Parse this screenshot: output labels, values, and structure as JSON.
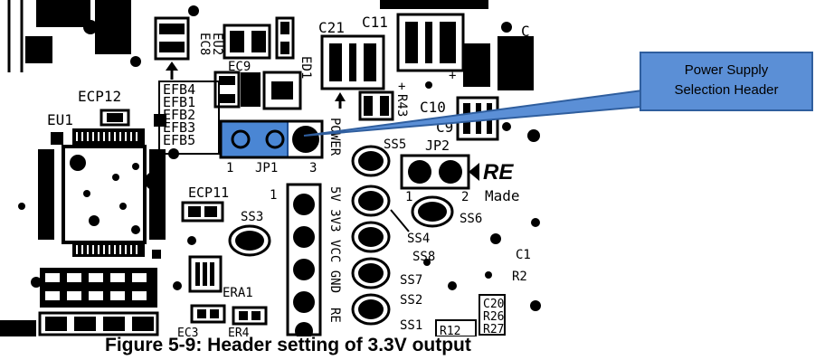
{
  "callout": {
    "line1": "Power Supply",
    "line2": "Selection Header",
    "fill": "#5b8fd6"
  },
  "board": {
    "labels": {
      "eu2": "EU2",
      "ec8": "EC8",
      "ec9": "EC9",
      "ed1": "ED1",
      "c21": "C21",
      "c11": "C11",
      "c": "C",
      "plus1": "+",
      "plus2": "+",
      "r43": "R43",
      "c10": "C10",
      "c9": "C9",
      "ecp12": "ECP12",
      "eu1": "EU1",
      "efb4": "EFB4",
      "efb1": "EFB1",
      "efb2": "EFB2",
      "efb3": "EFB3",
      "efb5": "EFB5",
      "jp1_left": "1",
      "jp1": "JP1",
      "jp1_right": "3",
      "power_vertical": "POWER",
      "ss5": "SS5",
      "jp2": "JP2",
      "jp2_1": "1",
      "jp2_2": "2",
      "made": "Made",
      "ss6": "SS6",
      "ecp11": "ECP11",
      "ss3": "SS3",
      "hdr_1": "1",
      "hdr_vertical": "5V 3V3 VCC GND",
      "ss4": "SS4",
      "ss8": "SS8",
      "ss7": "SS7",
      "ss2": "SS2",
      "ss1": "SS1",
      "era1": "ERA1",
      "ec3": "EC3",
      "er4": "ER4",
      "c1_right": "C1",
      "r2": "R2",
      "c20": "C20",
      "r26": "R26",
      "r27": "R27",
      "r12": "R12",
      "re_vertical": "RE",
      "logo": "RE"
    },
    "highlight_color": "#4a86d4"
  },
  "caption": "Figure 5-9: Header setting of 3.3V output"
}
